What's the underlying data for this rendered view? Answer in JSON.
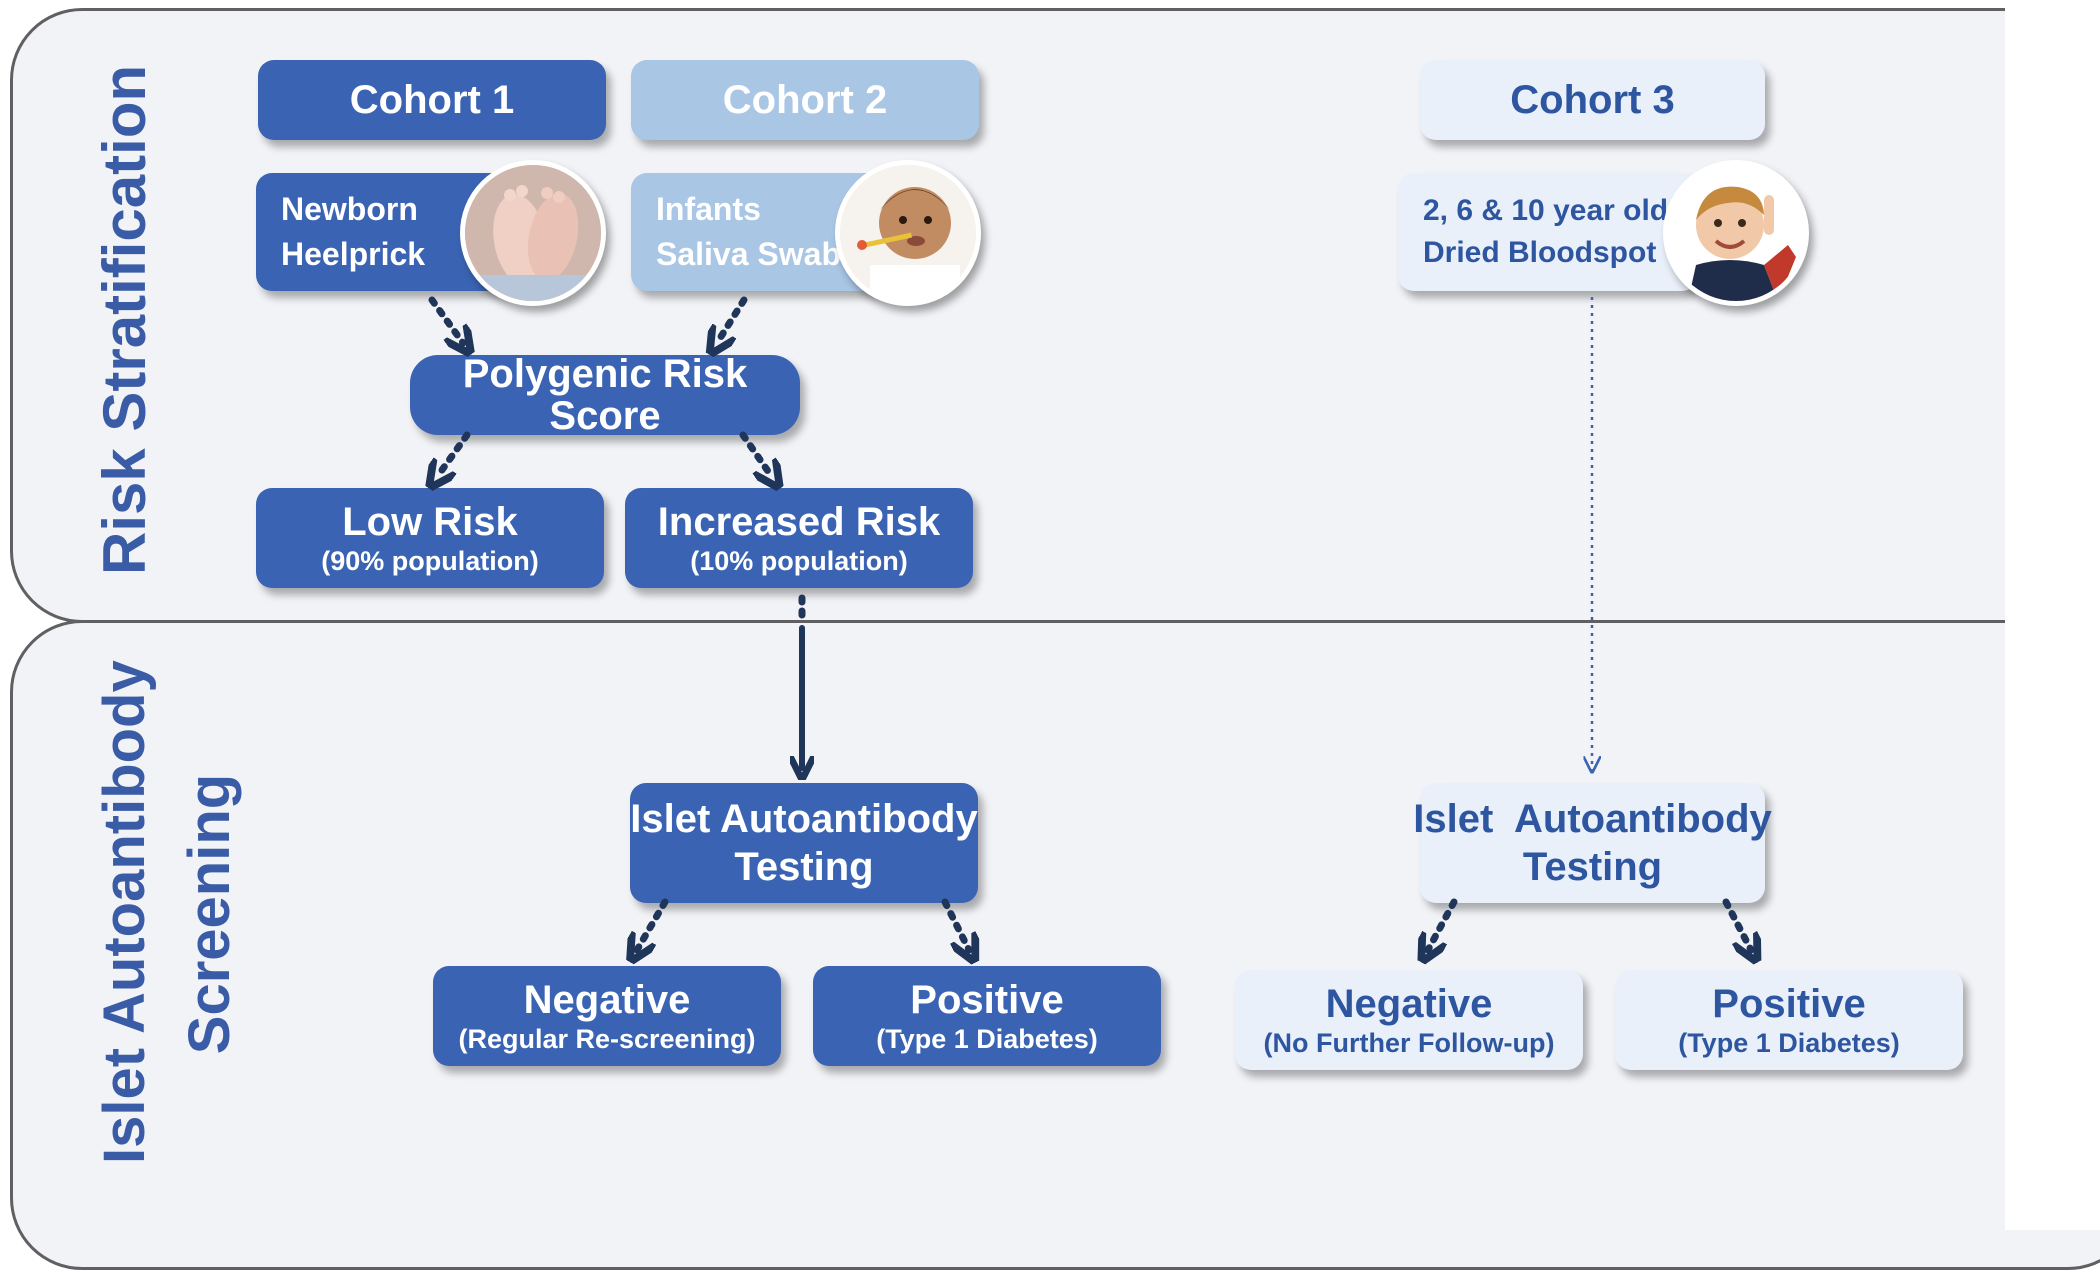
{
  "sections": {
    "risk_stratification": "Risk Stratification",
    "islet_screening_line1": "Islet Autoantibody",
    "islet_screening_line2": "Screening"
  },
  "cohorts": {
    "cohort1": {
      "title": "Cohort 1",
      "line1": "Newborn",
      "line2": "Heelprick"
    },
    "cohort2": {
      "title": "Cohort 2",
      "line1": "Infants",
      "line2": "Saliva Swab"
    },
    "cohort3": {
      "title": "Cohort 3",
      "line1": "2, 6 & 10 year olds",
      "line2": "Dried Bloodspot"
    }
  },
  "prs": "Polygenic Risk Score",
  "low_risk": {
    "title": "Low Risk",
    "sub": "(90% population)"
  },
  "increased_risk": {
    "title": "Increased Risk",
    "sub": "(10% population)"
  },
  "testing_main": {
    "line1": "Islet Autoantibody",
    "line2": "Testing"
  },
  "testing_c3": {
    "line1": "Islet  Autoantibody",
    "line2": "Testing"
  },
  "neg_main": {
    "title": "Negative",
    "sub": "(Regular Re-screening)"
  },
  "pos_main": {
    "title": "Positive",
    "sub": "(Type 1 Diabetes)"
  },
  "neg_c3": {
    "title": "Negative",
    "sub": "(No Further Follow-up)"
  },
  "pos_c3": {
    "title": "Positive",
    "sub": "(Type 1 Diabetes)"
  },
  "colors": {
    "dark_blue": "#3a64b3",
    "light_blue": "#a9c6e5",
    "pale_blue": "#e9f0fa",
    "label_blue": "#3a5ca6",
    "arrow": "#1f3559",
    "panel_bg": "#f2f3f7"
  }
}
